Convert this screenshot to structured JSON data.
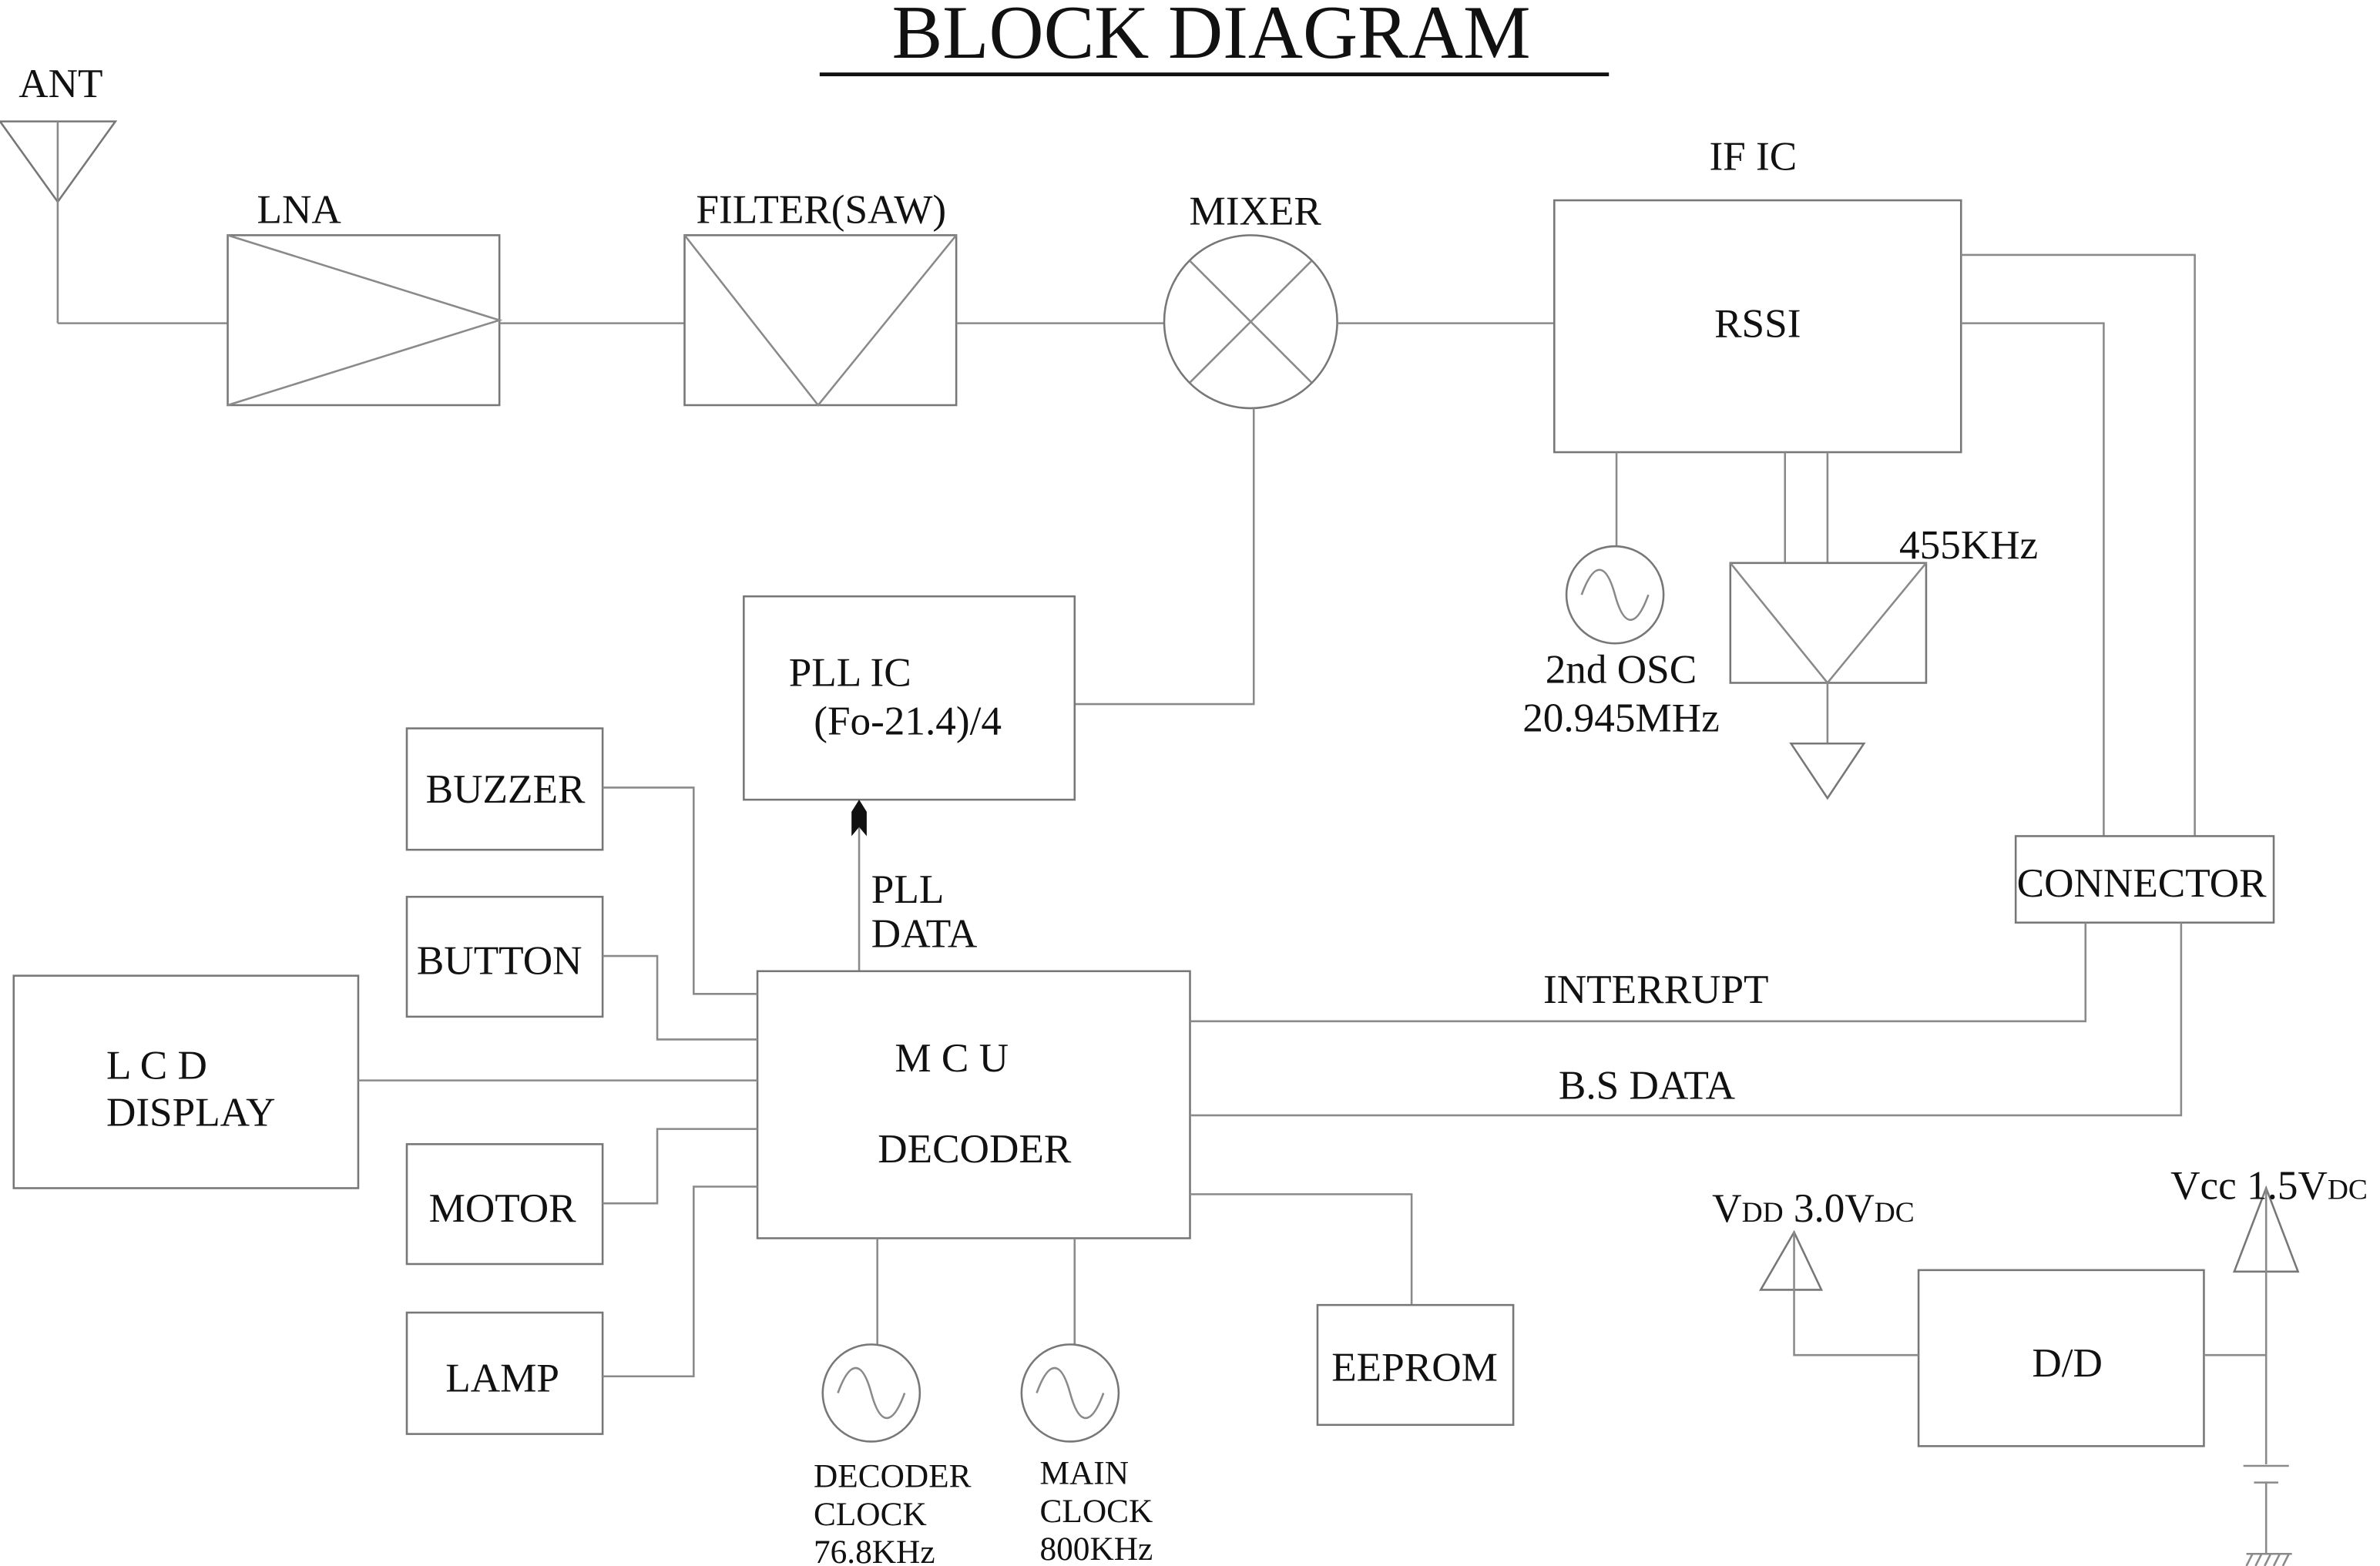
{
  "title": "BLOCK DIAGRAM",
  "antenna": {
    "label": "ANT"
  },
  "lna": {
    "label": "LNA"
  },
  "filter_saw": {
    "label": "FILTER(SAW)"
  },
  "mixer": {
    "label": "MIXER"
  },
  "if_ic": {
    "label": "IF IC",
    "inner": "RSSI"
  },
  "second_osc": {
    "line1": "2nd OSC",
    "line2": "20.945MHz"
  },
  "if_filter": {
    "label": "455KHz"
  },
  "pll_ic": {
    "line1": "PLL IC",
    "line2": "(Fo-21.4)/4"
  },
  "pll_data": {
    "line1": "PLL",
    "line2": "DATA"
  },
  "buzzer": {
    "label": "BUZZER"
  },
  "button": {
    "label": "BUTTON"
  },
  "lcd": {
    "line1": "L C D",
    "line2": "DISPLAY"
  },
  "motor": {
    "label": "MOTOR"
  },
  "lamp": {
    "label": "LAMP"
  },
  "mcu": {
    "line1": "M C U",
    "line2": "DECODER"
  },
  "connector": {
    "label": "CONNECTOR"
  },
  "signals": {
    "interrupt": "INTERRUPT",
    "bs_data": "B.S DATA"
  },
  "eeprom": {
    "label": "EEPROM"
  },
  "decoder_clock": {
    "line1": "DECODER",
    "line2": "CLOCK",
    "line3": "76.8KHz"
  },
  "main_clock": {
    "line1": "MAIN",
    "line2": "CLOCK",
    "line3": "800KHz"
  },
  "dd": {
    "label": "D/D"
  },
  "vdd": {
    "v": "V",
    "sub": "DD",
    "value": " 3.0V",
    "unit": "DC"
  },
  "vcc": {
    "v": "Vcc",
    "value": " 1.5V",
    "unit": "DC"
  }
}
